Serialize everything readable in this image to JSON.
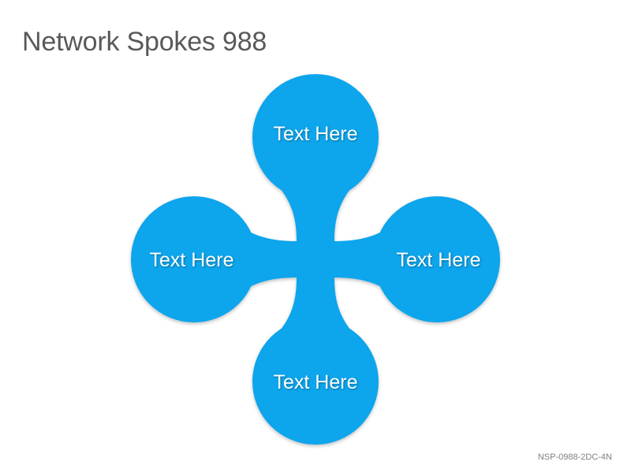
{
  "slide": {
    "title": "Network Spokes 988",
    "footer_code": "NSP-0988-2DC-4N"
  },
  "diagram": {
    "fill_color": "#0BA5EC",
    "nodes": [
      {
        "id": "top",
        "label": "Text Here"
      },
      {
        "id": "left",
        "label": "Text Here"
      },
      {
        "id": "right",
        "label": "Text Here"
      },
      {
        "id": "bottom",
        "label": "Text Here"
      }
    ]
  }
}
